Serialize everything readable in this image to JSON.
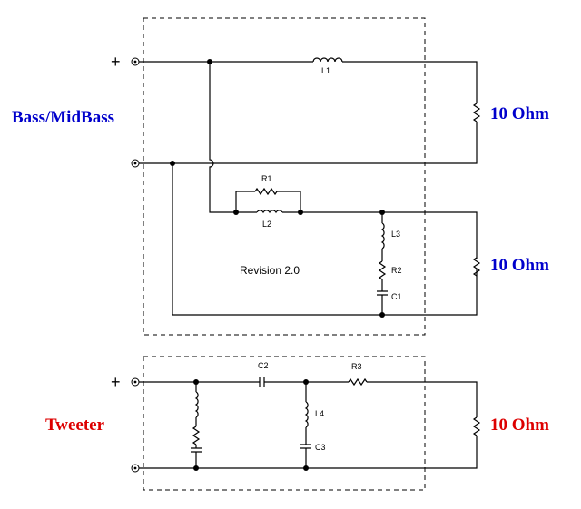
{
  "sections": {
    "bass_label": "Bass/MidBass",
    "tweeter_label": "Tweeter",
    "bass_load_top": "10 Ohm",
    "bass_load_bottom": "10 Ohm",
    "tweeter_load": "10 Ohm",
    "revision": "Revision 2.0"
  },
  "components": {
    "L1": "L1",
    "R1": "R1",
    "L2": "L2",
    "L3": "L3",
    "R2": "R2",
    "C1": "C1",
    "C2": "C2",
    "R3": "R3",
    "L4": "L4",
    "C3": "C3"
  },
  "terminals": {
    "plus": "+"
  },
  "colors": {
    "bass": "#0000cc",
    "tweeter": "#dd0000",
    "wire": "#000000"
  }
}
